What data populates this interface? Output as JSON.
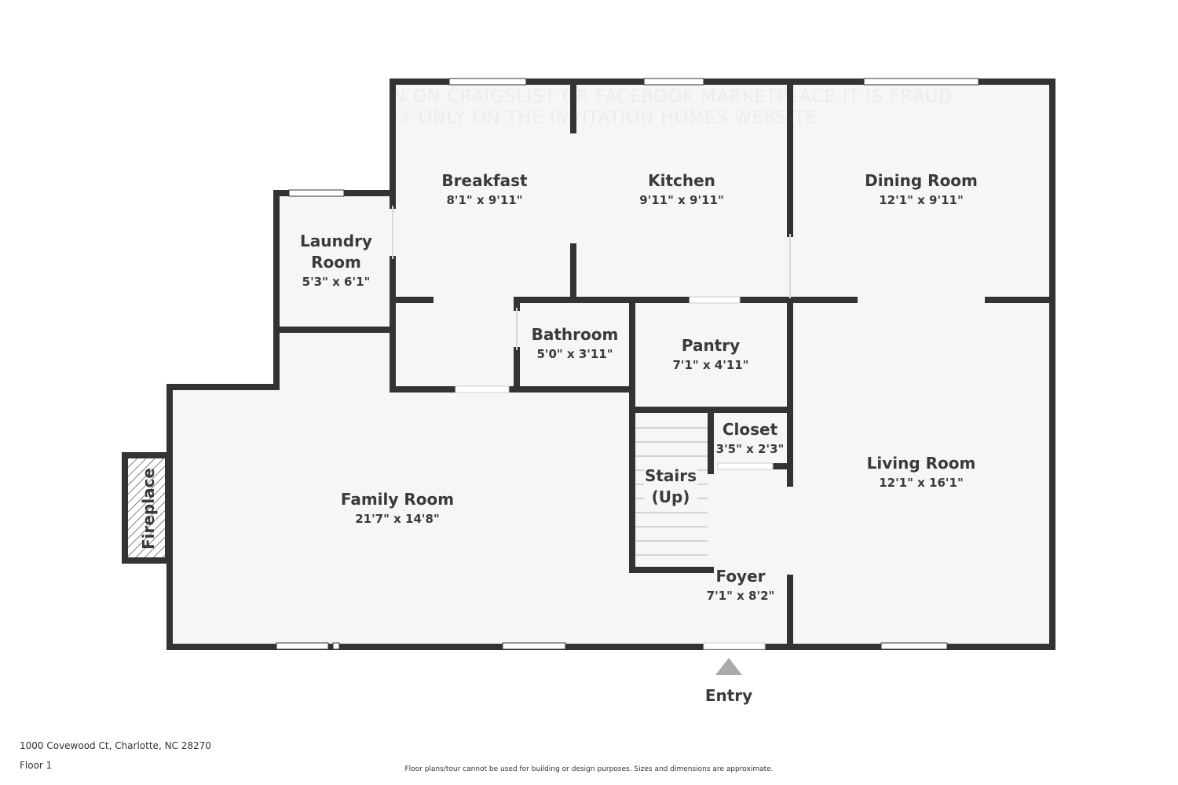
{
  "watermark": {
    "line1": "N ON CRAIGSLIST OR FACEBOOK MARKETPLACE IT IS FRAUD",
    "line2": "LY ONLY ON THE INVITATION HOMES WEBSITE"
  },
  "rooms": {
    "breakfast": {
      "name": "Breakfast",
      "dim": "8'1\" x 9'11\""
    },
    "kitchen": {
      "name": "Kitchen",
      "dim": "9'11\" x 9'11\""
    },
    "dining": {
      "name": "Dining Room",
      "dim": "12'1\" x 9'11\""
    },
    "laundry": {
      "name_line1": "Laundry",
      "name_line2": "Room",
      "dim": "5'3\" x 6'1\""
    },
    "bathroom": {
      "name": "Bathroom",
      "dim": "5'0\" x 3'11\""
    },
    "pantry": {
      "name": "Pantry",
      "dim": "7'1\" x 4'11\""
    },
    "closet": {
      "name": "Closet",
      "dim": "3'5\" x 2'3\""
    },
    "stairs": {
      "name_line1": "Stairs",
      "name_line2": "(Up)"
    },
    "living": {
      "name": "Living Room",
      "dim": "12'1\" x 16'1\""
    },
    "family": {
      "name": "Family Room",
      "dim": "21'7\" x 14'8\""
    },
    "foyer": {
      "name": "Foyer",
      "dim": "7'1\" x 8'2\""
    },
    "fireplace": {
      "name": "Fireplace"
    }
  },
  "entry": {
    "label": "Entry"
  },
  "footer": {
    "address": "1000 Covewood Ct, Charlotte, NC 28270",
    "floor": "Floor 1",
    "disclaimer": "Floor plans/tour cannot be used for building or design purposes. Sizes and dimensions are approximate."
  },
  "colors": {
    "wall": "#333333",
    "floor": "#f6f6f6",
    "window": "#ffffff"
  }
}
